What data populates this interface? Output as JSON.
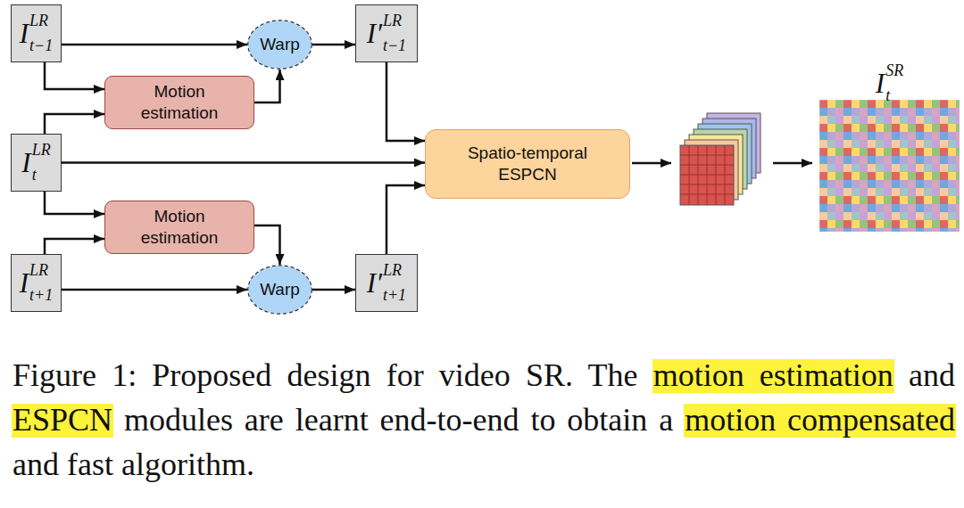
{
  "diagram": {
    "caption": "Figure 1: Proposed design for video SR. The motion estimation and ESPCN modules are learnt end-to-end to obtain a motion compensated and fast algorithm.",
    "nodes": [
      {
        "text": [
          "I",
          "LR",
          "t−1"
        ]
      },
      {
        "text": [
          "Warp"
        ]
      },
      {
        "text": [
          "I′",
          "LR",
          "t−1"
        ]
      },
      {
        "text": [
          "Motion estimation"
        ]
      },
      {
        "text": [
          "I",
          "LR",
          "t"
        ]
      },
      {
        "text": [
          "Spatio-temporal ESPCN"
        ]
      },
      {
        "text": [
          "Motion estimation"
        ]
      },
      {
        "text": [
          "I",
          "LR",
          "t+1"
        ]
      },
      {
        "text": [
          "Warp"
        ]
      },
      {
        "text": [
          "I′",
          "LR",
          "t+1"
        ]
      },
      {
        "text": [
          "I",
          "SR",
          "t"
        ]
      }
    ],
    "edges": [
      {
        "from": 0,
        "to": 1,
        "arrow": "to"
      },
      {
        "from": 1,
        "to": 2,
        "arrow": "to"
      },
      {
        "from": 0,
        "to": 3,
        "arrow": "to"
      },
      {
        "from": 4,
        "to": 3,
        "arrow": "to"
      },
      {
        "from": 3,
        "to": 1,
        "arrow": "to"
      },
      {
        "from": 4,
        "to": 5,
        "arrow": "to"
      },
      {
        "from": 2,
        "to": 5,
        "arrow": "to"
      },
      {
        "from": 4,
        "to": 6,
        "arrow": "to"
      },
      {
        "from": 7,
        "to": 6,
        "arrow": "to"
      },
      {
        "from": 6,
        "to": 8,
        "arrow": "to"
      },
      {
        "from": 7,
        "to": 8,
        "arrow": "to"
      },
      {
        "from": 8,
        "to": 9,
        "arrow": "to"
      },
      {
        "from": 9,
        "to": 5,
        "arrow": "to"
      }
    ]
  }
}
